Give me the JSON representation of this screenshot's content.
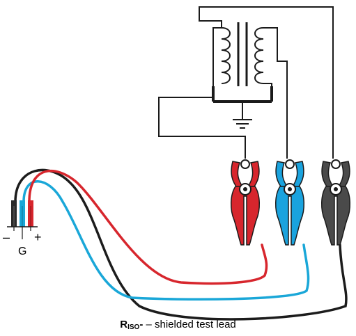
{
  "terminals": {
    "minus": "–",
    "guard": "G",
    "plus": "+"
  },
  "caption": {
    "symbol_main": "R",
    "symbol_sub": "ISO",
    "symbol_suffix": "-",
    "dash": " – ",
    "text": "shielded test lead"
  },
  "colors": {
    "red_lead": "#d7262d",
    "blue_lead": "#1aa7d8",
    "black_lead": "#1c1c1c",
    "clamp_red": "#d7262d",
    "clamp_blue": "#1aa3de",
    "clamp_gray": "#4a4a4a"
  }
}
